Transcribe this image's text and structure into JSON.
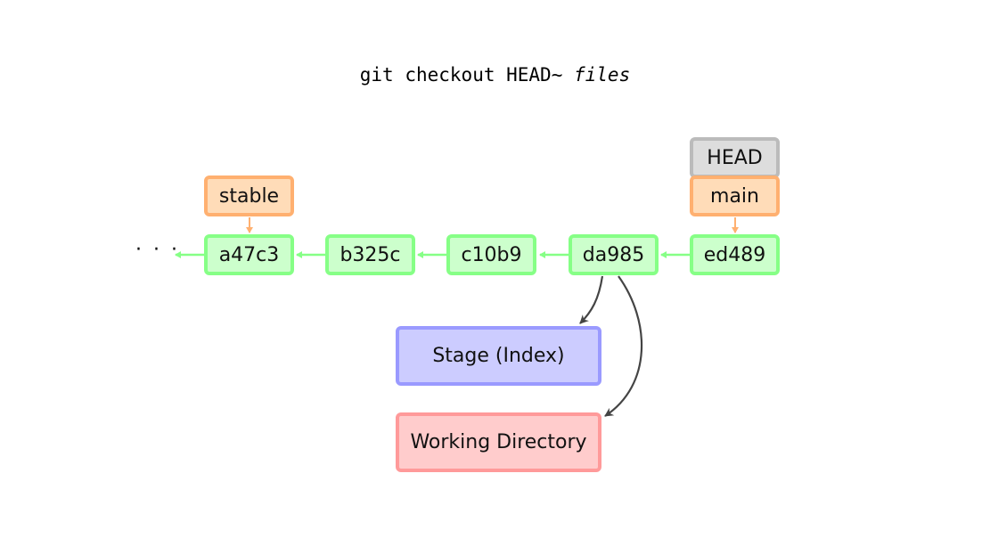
{
  "title": {
    "command": "git checkout HEAD~",
    "argument": "files"
  },
  "ellipsis": "· · ·",
  "commits": [
    "a47c3",
    "b325c",
    "c10b9",
    "da985",
    "ed489"
  ],
  "refs": {
    "head": "HEAD",
    "main": "main",
    "stable": "stable"
  },
  "targets": {
    "stage": "Stage (Index)",
    "working_directory": "Working Directory"
  },
  "colors": {
    "commit_fill": "#ccffcc",
    "commit_border": "#86ff86",
    "branch_fill": "#ffdcb8",
    "branch_border": "#ffb070",
    "head_fill": "#dddddd",
    "head_border": "#bbbbbb",
    "stage_fill": "#ccccff",
    "stage_border": "#9a9aff",
    "workdir_fill": "#ffcccc",
    "workdir_border": "#ff9a9a",
    "arrow_dark": "#444444"
  }
}
